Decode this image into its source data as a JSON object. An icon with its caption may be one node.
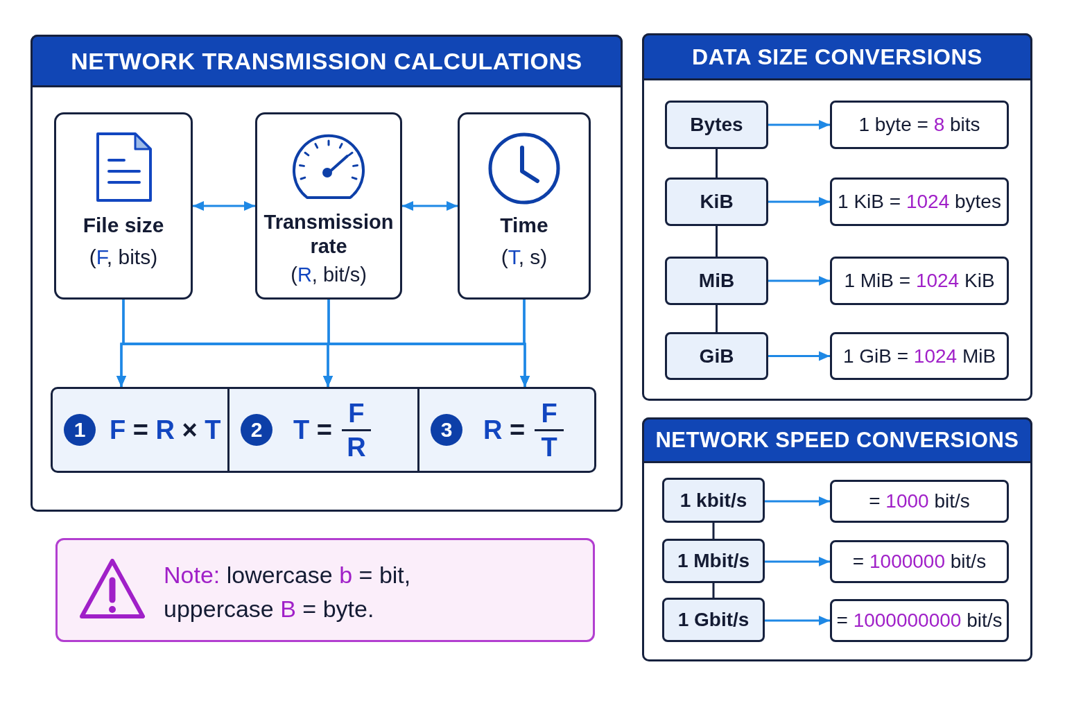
{
  "diagram": {
    "nodes": [
      {
        "text": [
          "NETWORK TRANSMISSION CALCULATIONS"
        ]
      },
      {
        "text": [
          "File size",
          "(**F**, bits)"
        ],
        "in": 0
      },
      {
        "text": [
          "Transmission rate",
          "(**R**, bit/s)"
        ],
        "in": 0
      },
      {
        "text": [
          "Time",
          "(**T**, s)"
        ],
        "in": 0
      },
      {
        "text": [
          "1",
          "**F** = **R** × **T**"
        ],
        "in": 0
      },
      {
        "text": [
          "2",
          "**T** =",
          "F",
          "R"
        ],
        "in": 0
      },
      {
        "text": [
          "3",
          "**R** =",
          "F",
          "T"
        ],
        "in": 0
      },
      {
        "text": [
          "DATA SIZE CONVERSIONS"
        ]
      },
      {
        "text": [
          "Bytes"
        ],
        "in": 7
      },
      {
        "text": [
          "1 byte = **8** bits"
        ],
        "in": 7
      },
      {
        "text": [
          "KiB"
        ],
        "in": 7
      },
      {
        "text": [
          "1 KiB = **1024** bytes"
        ],
        "in": 7
      },
      {
        "text": [
          "MiB"
        ],
        "in": 7
      },
      {
        "text": [
          "1 MiB = **1024** KiB"
        ],
        "in": 7
      },
      {
        "text": [
          "GiB"
        ],
        "in": 7
      },
      {
        "text": [
          "1 GiB = **1024** MiB"
        ],
        "in": 7
      },
      {
        "text": [
          "NETWORK SPEED CONVERSIONS"
        ]
      },
      {
        "text": [
          "1 kbit/s"
        ],
        "in": 16
      },
      {
        "text": [
          "= **1000** bit/s"
        ],
        "in": 16
      },
      {
        "text": [
          "1 Mbit/s"
        ],
        "in": 16
      },
      {
        "text": [
          "= **1000000** bit/s"
        ],
        "in": 16
      },
      {
        "text": [
          "1 Gbit/s"
        ],
        "in": 16
      },
      {
        "text": [
          "= **1000000000** bit/s"
        ],
        "in": 16
      },
      {
        "text": [
          "**Note:**  lowercase **b** = bit, uppercase **B** = byte."
        ]
      }
    ],
    "edges": [
      {
        "from": 1,
        "to": 2,
        "arrow": "both"
      },
      {
        "from": 2,
        "to": 3,
        "arrow": "both"
      },
      {
        "from": 1,
        "to": 4,
        "arrow": "to"
      },
      {
        "from": 1,
        "to": 5,
        "arrow": "to"
      },
      {
        "from": 1,
        "to": 6,
        "arrow": "to"
      },
      {
        "from": 2,
        "to": 4,
        "arrow": "to"
      },
      {
        "from": 2,
        "to": 5,
        "arrow": "to"
      },
      {
        "from": 2,
        "to": 6,
        "arrow": "to"
      },
      {
        "from": 3,
        "to": 4,
        "arrow": "to"
      },
      {
        "from": 3,
        "to": 5,
        "arrow": "to"
      },
      {
        "from": 3,
        "to": 6,
        "arrow": "to"
      },
      {
        "from": 8,
        "to": 9,
        "arrow": "to"
      },
      {
        "from": 8,
        "to": 10,
        "arrow": "none",
        "color": "#16213e"
      },
      {
        "from": 10,
        "to": 11,
        "arrow": "to"
      },
      {
        "from": 10,
        "to": 12,
        "arrow": "none",
        "color": "#16213e"
      },
      {
        "from": 12,
        "to": 13,
        "arrow": "to"
      },
      {
        "from": 12,
        "to": 14,
        "arrow": "none",
        "color": "#16213e"
      },
      {
        "from": 14,
        "to": 15,
        "arrow": "to"
      },
      {
        "from": 17,
        "to": 18,
        "arrow": "to"
      },
      {
        "from": 17,
        "to": 19,
        "arrow": "none",
        "color": "#16213e"
      },
      {
        "from": 19,
        "to": 20,
        "arrow": "to"
      },
      {
        "from": 19,
        "to": 21,
        "arrow": "none",
        "color": "#16213e"
      },
      {
        "from": 21,
        "to": 22,
        "arrow": "to"
      }
    ]
  }
}
